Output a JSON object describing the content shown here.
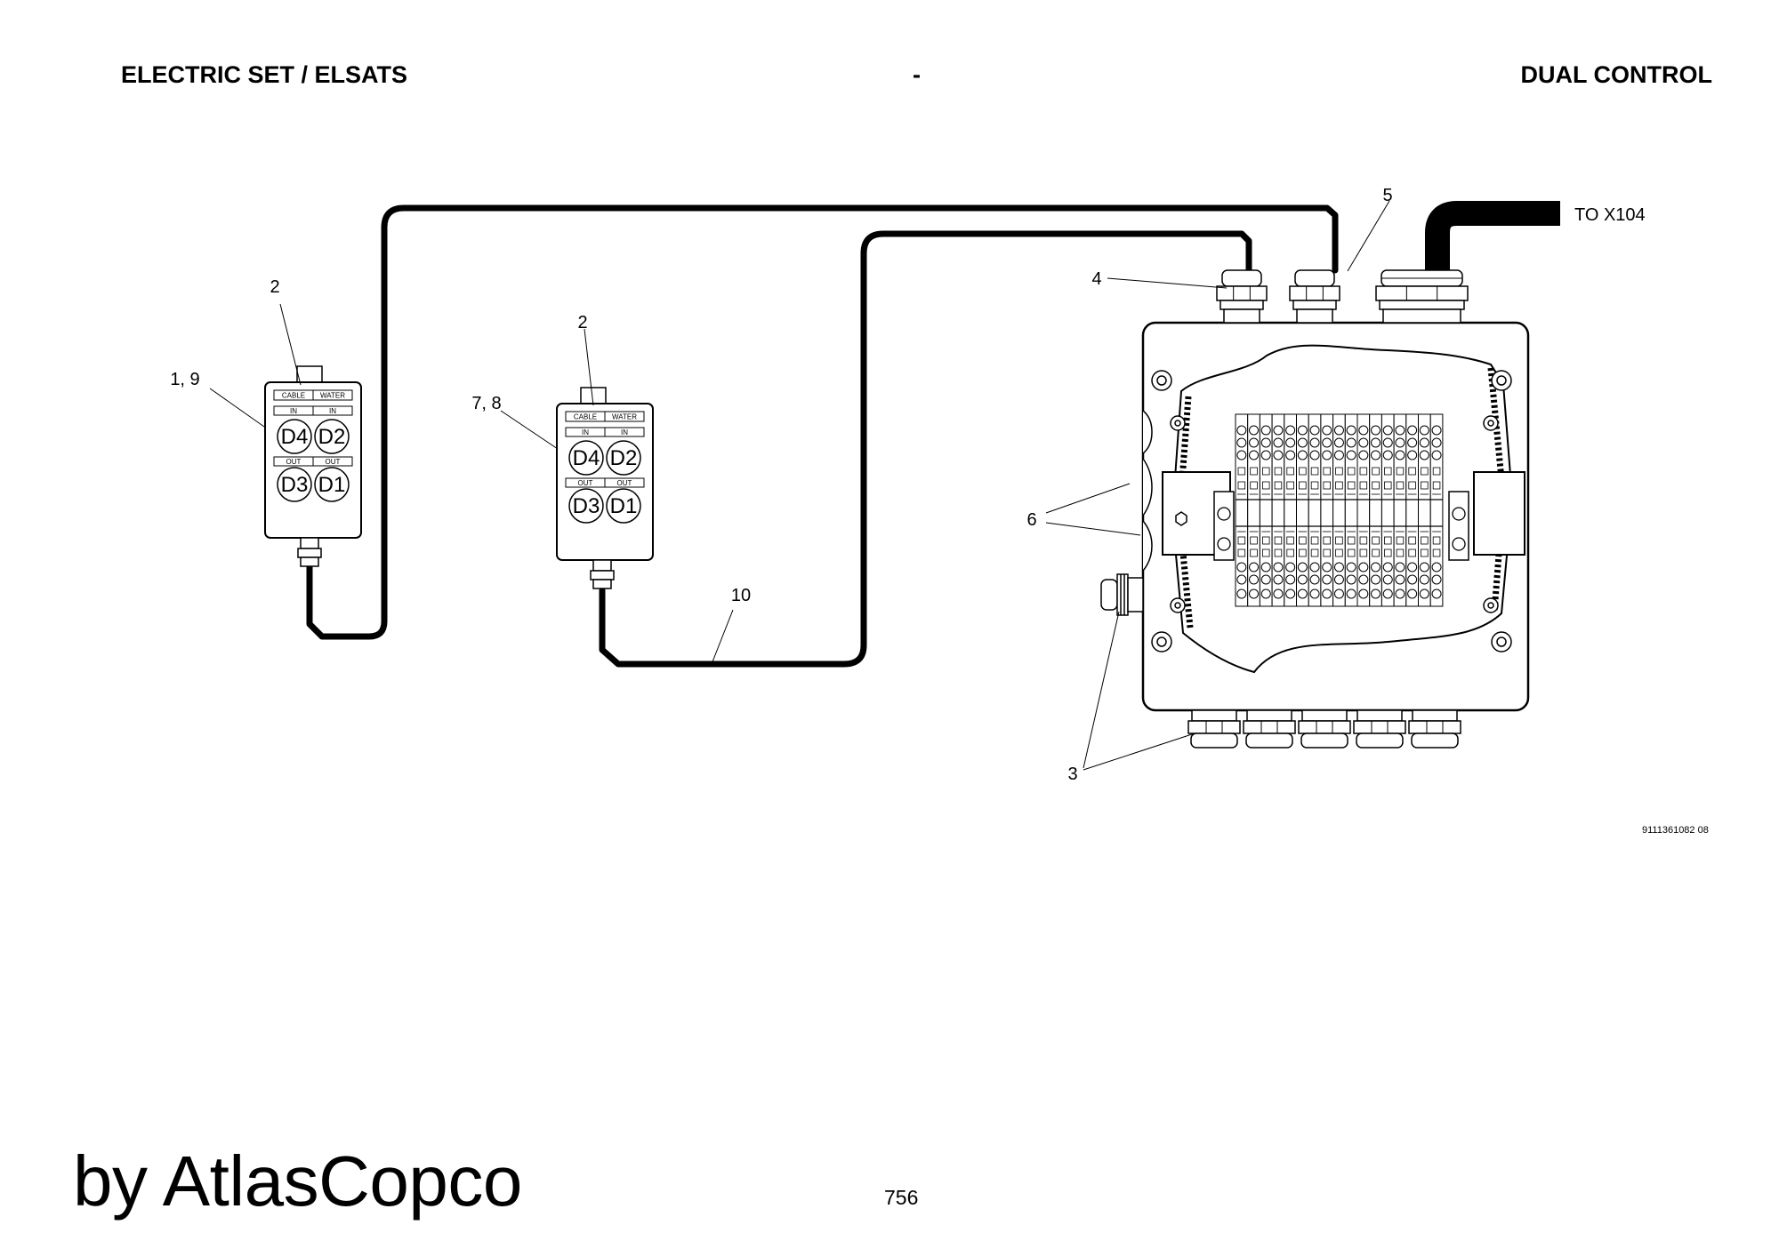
{
  "header": {
    "left": "ELECTRIC SET / ELSATS",
    "middle": "-",
    "right": "DUAL CONTROL"
  },
  "diagram": {
    "remote_left": {
      "callout_item": "1, 9",
      "callout_part": "2",
      "col_labels": [
        "CABLE",
        "WATER"
      ],
      "row_in": [
        "IN",
        "IN"
      ],
      "row_out": [
        "OUT",
        "OUT"
      ],
      "buttons": [
        "D4",
        "D2",
        "D3",
        "D1"
      ]
    },
    "remote_right": {
      "callout_item": "7, 8",
      "callout_part": "2",
      "col_labels": [
        "CABLE",
        "WATER"
      ],
      "row_in": [
        "IN",
        "IN"
      ],
      "row_out": [
        "OUT",
        "OUT"
      ],
      "buttons": [
        "D4",
        "D2",
        "D3",
        "D1"
      ]
    },
    "cable_callout": "10",
    "box_callouts": {
      "gland_top": "4",
      "gland_mid": "5",
      "side_plugs": "6",
      "bottom_glands": "3"
    },
    "destination": "TO X104",
    "doc_number": "9111361082 08"
  },
  "footer": {
    "brand": "by AtlasCopco",
    "page": "756"
  }
}
